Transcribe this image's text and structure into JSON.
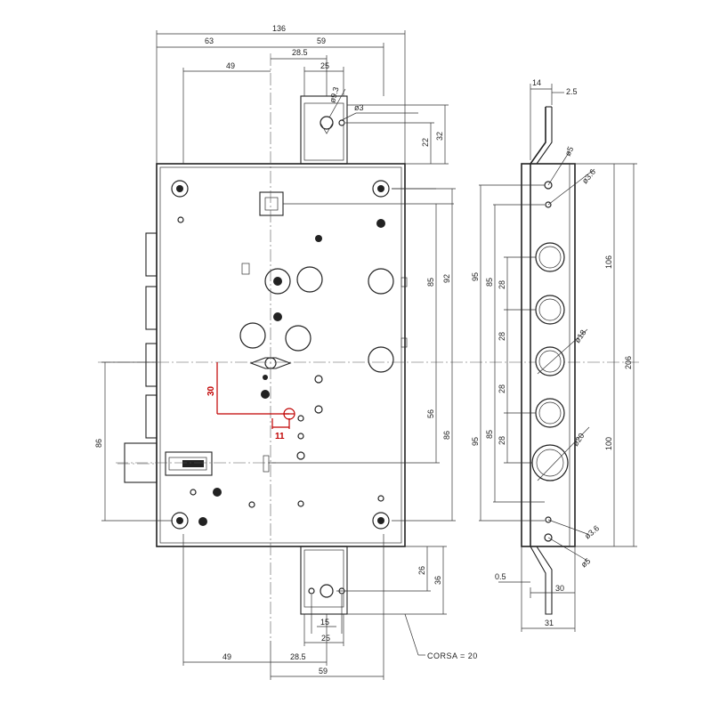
{
  "front_view": {
    "top_dims": {
      "overall_width": "136",
      "left_part": "63",
      "right_part": "59",
      "keeper_offset": "28.5",
      "keeper_width": "25",
      "left_offset": "49"
    },
    "top_keeper": {
      "hole_dia_a": "ø9.3",
      "hole_dia_b": "ø3",
      "height_a": "22",
      "height_b": "32"
    },
    "right_dims": {
      "upper_a": "85",
      "upper_b": "92",
      "lower_a": "56",
      "lower_b": "86"
    },
    "left_dim": "86",
    "red_dims": {
      "vertical": "30",
      "horizontal": "11"
    },
    "bottom_keeper": {
      "height_a": "26",
      "height_b": "36",
      "hole_spacing": "15",
      "keeper_width": "25"
    },
    "bottom_dims": {
      "left_offset": "49",
      "keeper_offset": "28.5",
      "right_part": "59"
    },
    "stroke_note": "CORSA = 20"
  },
  "side_view": {
    "top": {
      "thickness": "14",
      "offset": "2.5"
    },
    "holes": {
      "screw_dia_top": "ø5",
      "pin_dia_top": "ø3.6",
      "bolt_dia": "ø18",
      "large_bolt_dia": "ø20",
      "pin_dia_bottom": "ø3.6",
      "screw_dia_bottom": "ø5"
    },
    "left_dims": {
      "outer_upper": "95",
      "inner_upper": "85",
      "pitch_1": "28",
      "pitch_2": "28",
      "pitch_3": "28",
      "pitch_4": "28",
      "outer_lower": "95",
      "inner_lower": "85"
    },
    "right_dims": {
      "upper": "106",
      "total": "206",
      "lower": "100"
    },
    "bottom": {
      "offset": "0.5",
      "width_a": "30",
      "width_b": "31"
    }
  }
}
